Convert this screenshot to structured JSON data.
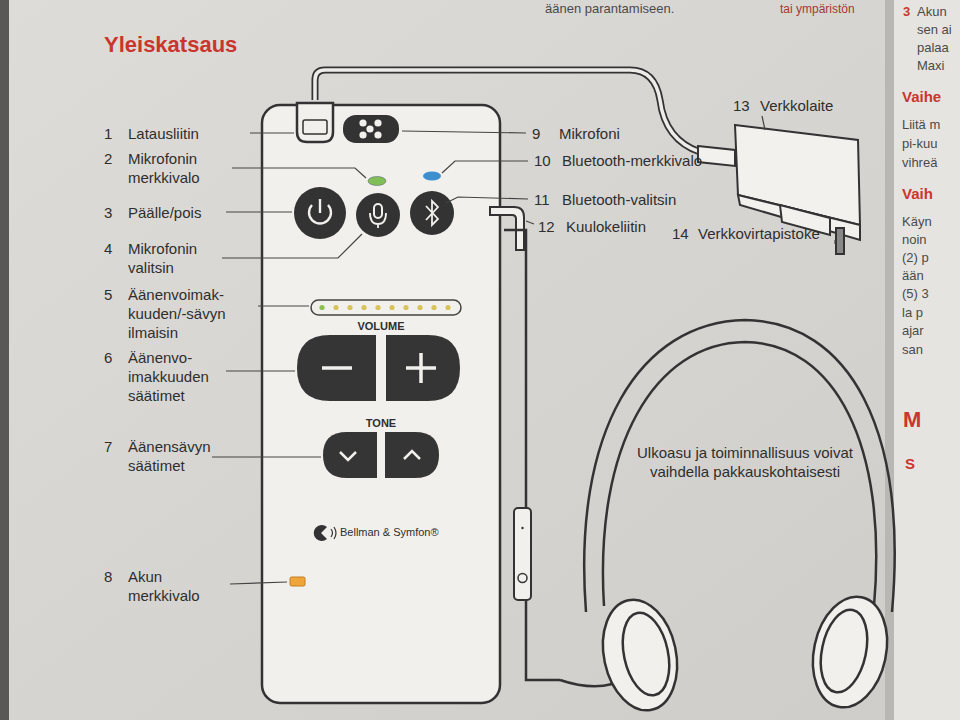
{
  "diagram": {
    "title": "Yleiskatsaus",
    "nodes": [
      {
        "text": [
          "VOLUME",
          "TONE",
          "Bellman & Symfon®"
        ]
      },
      {
        "text": [
          "Ulkoasu ja toiminnallisuus voivat vaihdella pakkauskohtaisesti"
        ]
      }
    ],
    "edges": [
      {
        "from": 0,
        "to": 1,
        "arrow": "none"
      }
    ],
    "labels": [
      "1",
      "Latausliitin",
      "2",
      "Mikrofonin merkkivalo",
      "3",
      "Päälle/pois",
      "4",
      "Mikrofonin valitsin",
      "5",
      "Äänenvoimak- kuuden/-sävyn ilmaisin",
      "6",
      "Äänenvo- imakkuuden säätimet",
      "7",
      "Äänensävyn säätimet",
      "8",
      "Akun merkkivalo",
      "9",
      "Mikrofoni",
      "10",
      "Bluetooth-merkkivalo",
      "11",
      "Bluetooth-valitsin",
      "12",
      "Kuulokeliitin",
      "13",
      "Verkkolaite",
      "14",
      "Verkkovirtapistoke",
      "äänen parantamiseen.",
      "tai ympäristön",
      "3",
      "Akun",
      "sen ai",
      "palaa",
      "Maxi",
      "Vaihe",
      "Liitä m",
      "pi-kuu",
      "vihreä",
      "Vaih",
      "Käyn",
      "noin",
      "(2) p",
      "ään",
      "(5) 3",
      "la p",
      "ajar",
      "san",
      "M",
      "S"
    ]
  }
}
